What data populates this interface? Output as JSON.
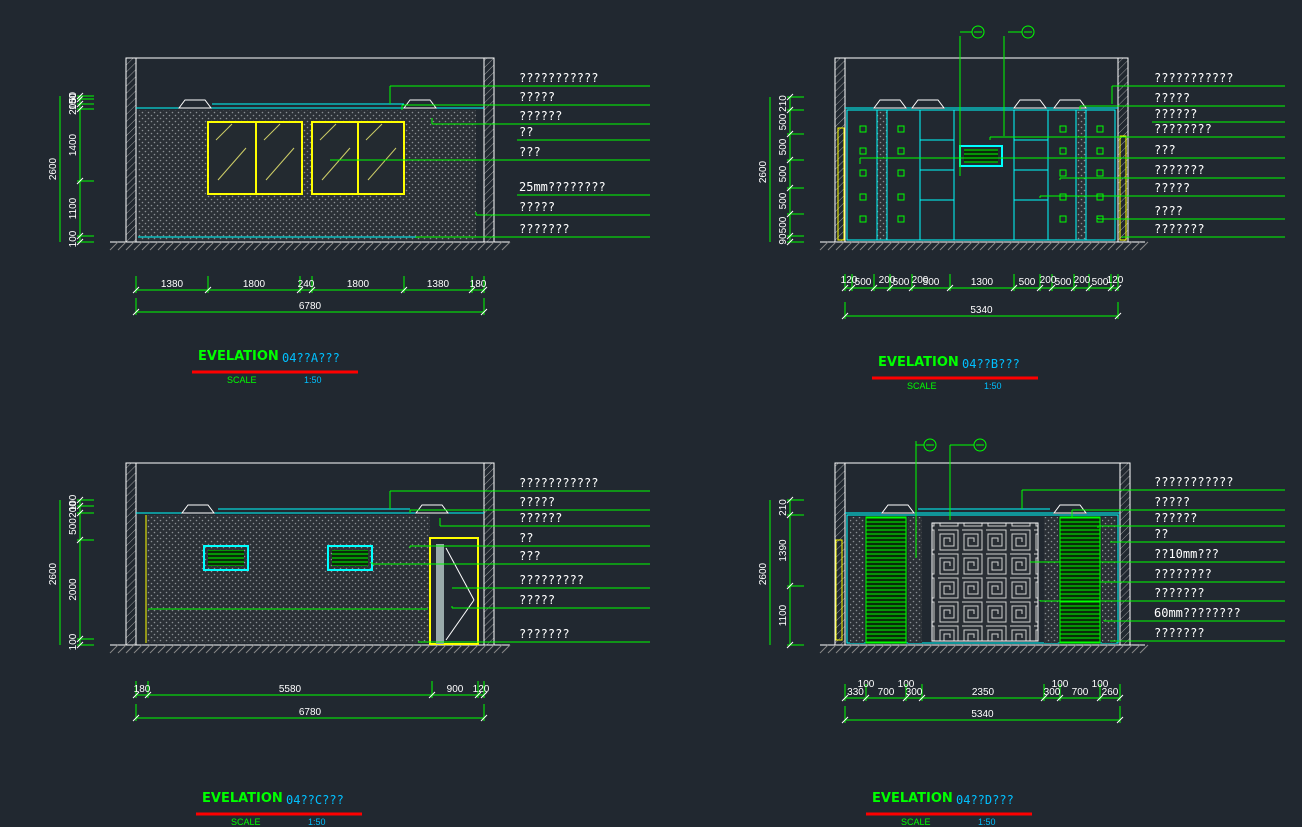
{
  "drawings": [
    {
      "id": "A",
      "title": "EVELATION",
      "subtitle": "04??A???",
      "scale_label": "SCALE",
      "scale_value": "1:50",
      "notes": [
        "???????????",
        "?????",
        "??????",
        "??",
        "???",
        "25mm????????",
        "?????",
        "???????"
      ],
      "h_dims": [
        "1380",
        "1800",
        "240",
        "1800",
        "1380",
        "180"
      ],
      "total": "6780",
      "v_dims": [
        "2600",
        "100",
        "1100",
        "1400",
        "200",
        "150",
        "50"
      ]
    },
    {
      "id": "B",
      "title": "EVELATION",
      "subtitle": "04??B???",
      "scale_label": "SCALE",
      "scale_value": "1:50",
      "notes": [
        "???????????",
        "?????",
        "??????",
        "????????",
        "???",
        "???????",
        "?????",
        "????",
        "???????"
      ],
      "h_top": [
        "120",
        "200",
        "200",
        "200",
        "200",
        "120"
      ],
      "h_dims": [
        "500",
        "500",
        "500",
        "1300",
        "500",
        "500",
        "500"
      ],
      "total": "5340",
      "v_dims": [
        "2600",
        "90",
        "500",
        "500",
        "500",
        "500",
        "500",
        "210"
      ]
    },
    {
      "id": "C",
      "title": "EVELATION",
      "subtitle": "04??C???",
      "scale_label": "SCALE",
      "scale_value": "1:50",
      "notes": [
        "???????????",
        "?????",
        "??????",
        "??",
        "???",
        "?????????",
        "?????",
        "???????"
      ],
      "h_dims": [
        "180",
        "5580",
        "900",
        "120"
      ],
      "total": "6780",
      "v_dims": [
        "2600",
        "100",
        "2000",
        "500",
        "200",
        "100"
      ]
    },
    {
      "id": "D",
      "title": "EVELATION",
      "subtitle": "04??D???",
      "scale_label": "SCALE",
      "scale_value": "1:50",
      "notes": [
        "???????????",
        "?????",
        "??????",
        "??",
        "??10mm???",
        "????????",
        "???????",
        "60mm????????",
        "???????"
      ],
      "h_top": [
        "100",
        "100",
        "100",
        "100"
      ],
      "h_dims": [
        "330",
        "700",
        "300",
        "2350",
        "300",
        "700",
        "260"
      ],
      "total": "5340",
      "v_dims": [
        "2600",
        "1100",
        "1390",
        "210"
      ]
    }
  ],
  "colors": {
    "background": "#212830",
    "line": "#00ff00",
    "cyan": "#00ffff",
    "yellow": "#ffff00",
    "white": "#ffffff",
    "red": "#ff0000"
  }
}
